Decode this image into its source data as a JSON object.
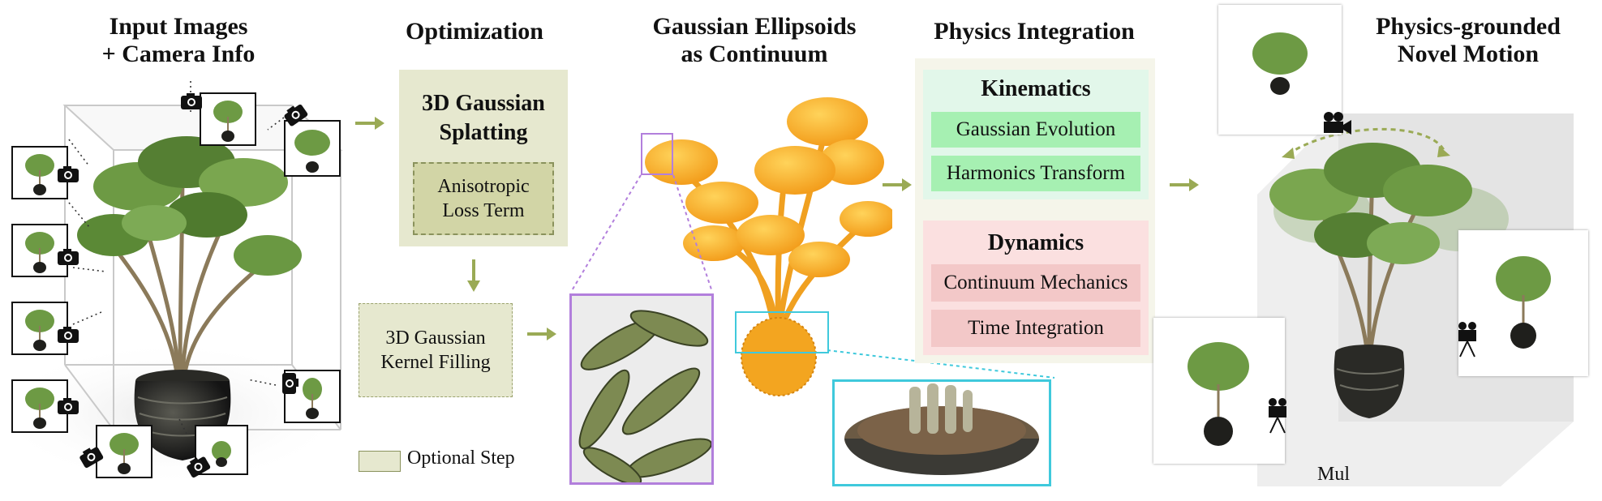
{
  "titles": {
    "input": [
      "Input Images",
      "+ Camera Info"
    ],
    "optimization": "Optimization",
    "gaussian": [
      "Gaussian Ellipsoids",
      "as Continuum"
    ],
    "physics": "Physics Integration",
    "motion": [
      "Physics-grounded",
      "Novel Motion"
    ]
  },
  "optimization": {
    "main_box": [
      "3D Gaussian",
      "Splatting"
    ],
    "inner_box": [
      "Anisotropic",
      "Loss Term"
    ],
    "kernel_box": [
      "3D Gaussian",
      "Kernel Filling"
    ]
  },
  "physics": {
    "kinematics": {
      "title": "Kinematics",
      "items": [
        "Gaussian Evolution",
        "Harmonics Transform"
      ]
    },
    "dynamics": {
      "title": "Dynamics",
      "items": [
        "Continuum Mechanics",
        "Time Integration"
      ]
    }
  },
  "legend": {
    "label": "Optional Step"
  },
  "motion_caption": "Mul",
  "colors": {
    "olive_box": "#e6e8cf",
    "olive_inner": "#d2d5a6",
    "olive_border": "#9aa26c",
    "arrow": "#9aaa55",
    "kin_bg": "#e2f7ea",
    "kin_bar": "#a6f0b2",
    "dyn_bg": "#fbe0e0",
    "dyn_bar": "#f3c8c8",
    "physics_panel": "#f5f5ea",
    "purple": "#b27fdc",
    "cyan": "#3fc9dc",
    "orange": "#f5a623"
  }
}
